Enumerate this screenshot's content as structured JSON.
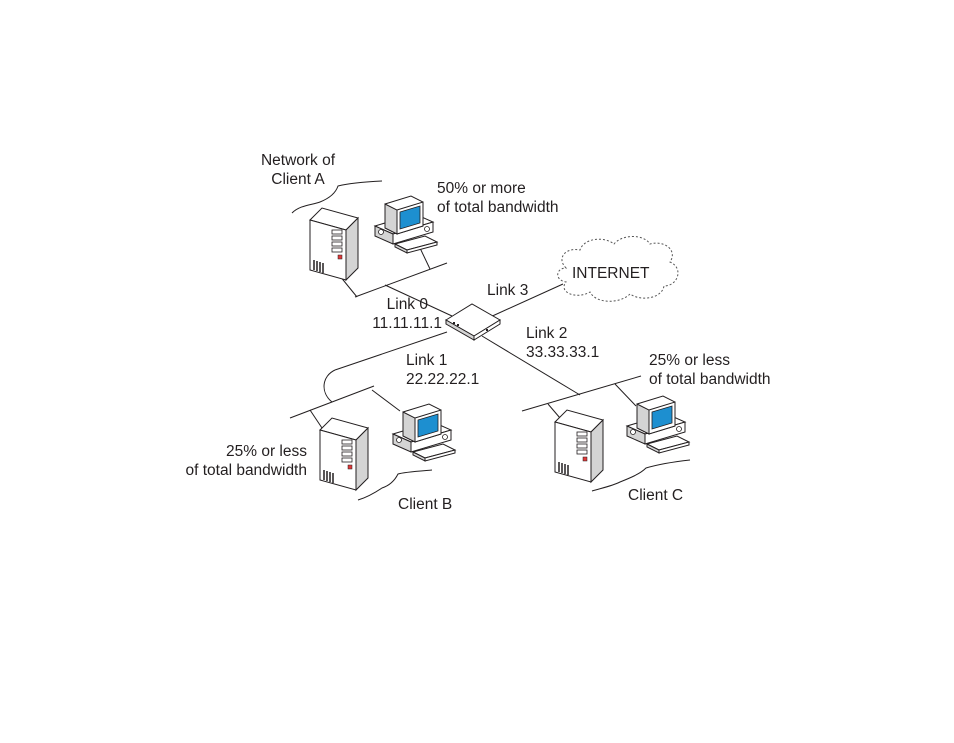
{
  "diagram": {
    "client_a": {
      "title_line1": "Network of",
      "title_line2": "Client A",
      "bandwidth_line1": "50% or more",
      "bandwidth_line2": "of total bandwidth"
    },
    "client_b": {
      "title": "Client B",
      "bandwidth_line1": "25% or less",
      "bandwidth_line2": "of total bandwidth"
    },
    "client_c": {
      "title": "Client C",
      "bandwidth_line1": "25% or less",
      "bandwidth_line2": "of total bandwidth"
    },
    "links": [
      {
        "name": "Link 0",
        "ip": "11.11.11.1"
      },
      {
        "name": "Link 1",
        "ip": "22.22.22.1"
      },
      {
        "name": "Link 2",
        "ip": "33.33.33.1"
      },
      {
        "name": "Link 3"
      }
    ],
    "internet_label": "INTERNET",
    "colors": {
      "line": "#231f20",
      "screen": "#1d8fd0",
      "device_fill": "#ffffff",
      "device_shade": "#d9d9d9"
    }
  }
}
